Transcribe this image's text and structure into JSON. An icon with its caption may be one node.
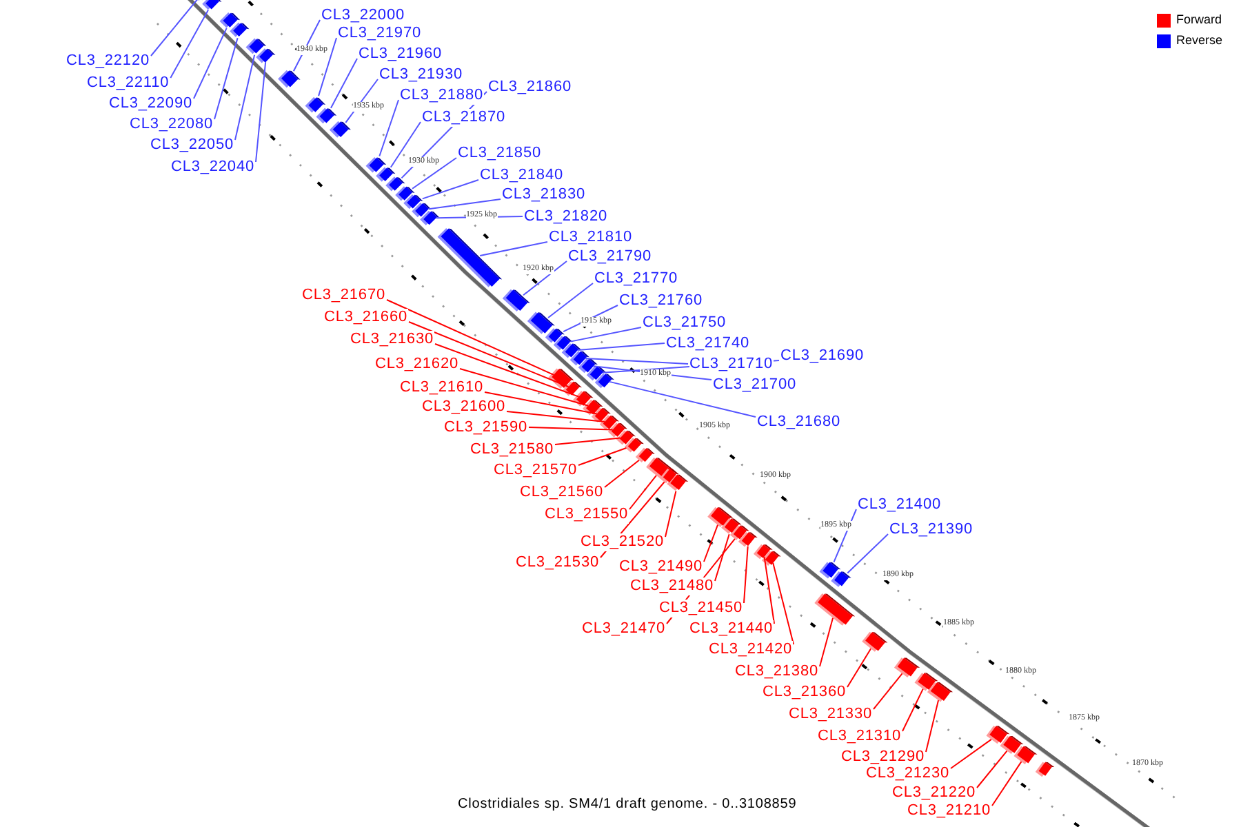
{
  "diagram": {
    "caption": "Clostridiales sp. SM4/1 draft genome. - 0..3108859",
    "nodes": [
      {
        "text": [
          "CL3_22120"
        ]
      },
      {
        "text": [
          "CL3_22110"
        ]
      },
      {
        "text": [
          "CL3_22090"
        ]
      },
      {
        "text": [
          "CL3_22080"
        ]
      },
      {
        "text": [
          "CL3_22050"
        ]
      },
      {
        "text": [
          "CL3_22040"
        ]
      },
      {
        "text": [
          "CL3_22000"
        ]
      },
      {
        "text": [
          "CL3_21970"
        ]
      },
      {
        "text": [
          "CL3_21960"
        ]
      },
      {
        "text": [
          "CL3_21930"
        ]
      },
      {
        "text": [
          "CL3_21880"
        ]
      },
      {
        "text": [
          "CL3_21860"
        ]
      },
      {
        "text": [
          "CL3_21870"
        ]
      },
      {
        "text": [
          "CL3_21850"
        ]
      },
      {
        "text": [
          "CL3_21840"
        ]
      },
      {
        "text": [
          "CL3_21830"
        ]
      },
      {
        "text": [
          "CL3_21820"
        ]
      },
      {
        "text": [
          "CL3_21810"
        ]
      },
      {
        "text": [
          "CL3_21790"
        ]
      },
      {
        "text": [
          "CL3_21770"
        ]
      },
      {
        "text": [
          "CL3_21760"
        ]
      },
      {
        "text": [
          "CL3_21750"
        ]
      },
      {
        "text": [
          "CL3_21740"
        ]
      },
      {
        "text": [
          "CL3_21710"
        ]
      },
      {
        "text": [
          "CL3_21690"
        ]
      },
      {
        "text": [
          "CL3_21700"
        ]
      },
      {
        "text": [
          "CL3_21680"
        ]
      },
      {
        "text": [
          "CL3_21400"
        ]
      },
      {
        "text": [
          "CL3_21390"
        ]
      },
      {
        "text": [
          "CL3_21670"
        ]
      },
      {
        "text": [
          "CL3_21660"
        ]
      },
      {
        "text": [
          "CL3_21630"
        ]
      },
      {
        "text": [
          "CL3_21620"
        ]
      },
      {
        "text": [
          "CL3_21610"
        ]
      },
      {
        "text": [
          "CL3_21600"
        ]
      },
      {
        "text": [
          "CL3_21590"
        ]
      },
      {
        "text": [
          "CL3_21580"
        ]
      },
      {
        "text": [
          "CL3_21570"
        ]
      },
      {
        "text": [
          "CL3_21560"
        ]
      },
      {
        "text": [
          "CL3_21550"
        ]
      },
      {
        "text": [
          "CL3_21520"
        ]
      },
      {
        "text": [
          "CL3_21530"
        ]
      },
      {
        "text": [
          "CL3_21490"
        ]
      },
      {
        "text": [
          "CL3_21480"
        ]
      },
      {
        "text": [
          "CL3_21450"
        ]
      },
      {
        "text": [
          "CL3_21470"
        ]
      },
      {
        "text": [
          "CL3_21440"
        ]
      },
      {
        "text": [
          "CL3_21420"
        ]
      },
      {
        "text": [
          "CL3_21380"
        ]
      },
      {
        "text": [
          "CL3_21360"
        ]
      },
      {
        "text": [
          "CL3_21330"
        ]
      },
      {
        "text": [
          "CL3_21310"
        ]
      },
      {
        "text": [
          "CL3_21290"
        ]
      },
      {
        "text": [
          "CL3_21230"
        ]
      },
      {
        "text": [
          "CL3_21220"
        ]
      },
      {
        "text": [
          "CL3_21210"
        ]
      },
      {
        "text": [],
        "shape": "box"
      },
      {
        "text": [],
        "shape": "box"
      },
      {
        "text": [],
        "shape": "box"
      },
      {
        "text": [],
        "shape": "box"
      },
      {
        "text": [],
        "shape": "box"
      },
      {
        "text": [],
        "shape": "box"
      },
      {
        "text": [],
        "shape": "box"
      },
      {
        "text": [],
        "shape": "box"
      },
      {
        "text": [],
        "shape": "box"
      },
      {
        "text": [],
        "shape": "box"
      },
      {
        "text": [],
        "shape": "box"
      },
      {
        "text": [],
        "shape": "box"
      },
      {
        "text": [],
        "shape": "box"
      },
      {
        "text": [],
        "shape": "box"
      },
      {
        "text": [],
        "shape": "box"
      },
      {
        "text": [],
        "shape": "box"
      },
      {
        "text": [],
        "shape": "box"
      },
      {
        "text": [],
        "shape": "box"
      },
      {
        "text": [],
        "shape": "box"
      },
      {
        "text": [],
        "shape": "box"
      },
      {
        "text": [],
        "shape": "box"
      },
      {
        "text": [],
        "shape": "box"
      },
      {
        "text": [],
        "shape": "box"
      },
      {
        "text": [],
        "shape": "box"
      },
      {
        "text": [],
        "shape": "box"
      },
      {
        "text": [],
        "shape": "box"
      },
      {
        "text": [],
        "shape": "box"
      },
      {
        "text": [],
        "shape": "box"
      },
      {
        "text": [],
        "shape": "box"
      },
      {
        "text": [],
        "shape": "box"
      },
      {
        "text": [],
        "shape": "box"
      },
      {
        "text": [],
        "shape": "box"
      },
      {
        "text": [],
        "shape": "box"
      },
      {
        "text": [],
        "shape": "box"
      },
      {
        "text": [],
        "shape": "box"
      },
      {
        "text": [],
        "shape": "box"
      },
      {
        "text": [],
        "shape": "box"
      },
      {
        "text": [],
        "shape": "box"
      },
      {
        "text": [],
        "shape": "box"
      },
      {
        "text": [],
        "shape": "box"
      },
      {
        "text": [],
        "shape": "box"
      },
      {
        "text": [],
        "shape": "box"
      },
      {
        "text": [],
        "shape": "box"
      },
      {
        "text": [],
        "shape": "box"
      },
      {
        "text": [],
        "shape": "box"
      },
      {
        "text": [],
        "shape": "box"
      },
      {
        "text": [],
        "shape": "box"
      },
      {
        "text": [],
        "shape": "box"
      },
      {
        "text": [],
        "shape": "box"
      },
      {
        "text": [],
        "shape": "box"
      },
      {
        "text": [],
        "shape": "box"
      },
      {
        "text": [],
        "shape": "box"
      },
      {
        "text": [],
        "shape": "box"
      },
      {
        "text": [],
        "shape": "box"
      },
      {
        "text": [],
        "shape": "box"
      },
      {
        "text": [],
        "shape": "box"
      },
      {
        "text": [],
        "shape": "box"
      }
    ],
    "edges": [
      {
        "from": 0,
        "to": 56,
        "arrow": "none"
      },
      {
        "from": 1,
        "to": 57,
        "arrow": "none"
      },
      {
        "from": 2,
        "to": 58,
        "arrow": "none"
      },
      {
        "from": 3,
        "to": 59,
        "arrow": "none"
      },
      {
        "from": 4,
        "to": 60,
        "arrow": "none"
      },
      {
        "from": 5,
        "to": 61,
        "arrow": "none"
      },
      {
        "from": 6,
        "to": 62,
        "arrow": "none"
      },
      {
        "from": 7,
        "to": 63,
        "arrow": "none"
      },
      {
        "from": 8,
        "to": 64,
        "arrow": "none"
      },
      {
        "from": 9,
        "to": 65,
        "arrow": "none"
      },
      {
        "from": 10,
        "to": 66,
        "arrow": "none"
      },
      {
        "from": 11,
        "to": 67,
        "arrow": "none"
      },
      {
        "from": 12,
        "to": 68,
        "arrow": "none"
      },
      {
        "from": 13,
        "to": 69,
        "arrow": "none"
      },
      {
        "from": 14,
        "to": 70,
        "arrow": "none"
      },
      {
        "from": 15,
        "to": 71,
        "arrow": "none"
      },
      {
        "from": 16,
        "to": 72,
        "arrow": "none"
      },
      {
        "from": 17,
        "to": 73,
        "arrow": "none"
      },
      {
        "from": 18,
        "to": 74,
        "arrow": "none"
      },
      {
        "from": 19,
        "to": 75,
        "arrow": "none"
      },
      {
        "from": 20,
        "to": 76,
        "arrow": "none"
      },
      {
        "from": 21,
        "to": 77,
        "arrow": "none"
      },
      {
        "from": 22,
        "to": 78,
        "arrow": "none"
      },
      {
        "from": 23,
        "to": 79,
        "arrow": "none"
      },
      {
        "from": 24,
        "to": 80,
        "arrow": "none"
      },
      {
        "from": 25,
        "to": 81,
        "arrow": "none"
      },
      {
        "from": 26,
        "to": 82,
        "arrow": "none"
      },
      {
        "from": 27,
        "to": 83,
        "arrow": "none"
      },
      {
        "from": 28,
        "to": 84,
        "arrow": "none"
      },
      {
        "from": 29,
        "to": 85,
        "arrow": "none",
        "color": "#ff0000"
      },
      {
        "from": 30,
        "to": 86,
        "arrow": "none",
        "color": "#ff0000"
      },
      {
        "from": 31,
        "to": 87,
        "arrow": "none",
        "color": "#ff0000"
      },
      {
        "from": 32,
        "to": 88,
        "arrow": "none",
        "color": "#ff0000"
      },
      {
        "from": 33,
        "to": 89,
        "arrow": "none",
        "color": "#ff0000"
      },
      {
        "from": 34,
        "to": 90,
        "arrow": "none",
        "color": "#ff0000"
      },
      {
        "from": 35,
        "to": 91,
        "arrow": "none",
        "color": "#ff0000"
      },
      {
        "from": 36,
        "to": 92,
        "arrow": "none",
        "color": "#ff0000"
      },
      {
        "from": 37,
        "to": 93,
        "arrow": "none",
        "color": "#ff0000"
      },
      {
        "from": 38,
        "to": 94,
        "arrow": "none",
        "color": "#ff0000"
      },
      {
        "from": 39,
        "to": 95,
        "arrow": "none",
        "color": "#ff0000"
      },
      {
        "from": 40,
        "to": 96,
        "arrow": "none",
        "color": "#ff0000"
      },
      {
        "from": 41,
        "to": 97,
        "arrow": "none",
        "color": "#ff0000"
      },
      {
        "from": 42,
        "to": 98,
        "arrow": "none",
        "color": "#ff0000"
      },
      {
        "from": 43,
        "to": 99,
        "arrow": "none",
        "color": "#ff0000"
      },
      {
        "from": 44,
        "to": 100,
        "arrow": "none",
        "color": "#ff0000"
      },
      {
        "from": 45,
        "to": 101,
        "arrow": "none",
        "color": "#ff0000"
      },
      {
        "from": 46,
        "to": 102,
        "arrow": "none",
        "color": "#ff0000"
      },
      {
        "from": 47,
        "to": 103,
        "arrow": "none",
        "color": "#ff0000"
      },
      {
        "from": 48,
        "to": 104,
        "arrow": "none",
        "color": "#ff0000"
      },
      {
        "from": 49,
        "to": 105,
        "arrow": "none",
        "color": "#ff0000"
      },
      {
        "from": 50,
        "to": 106,
        "arrow": "none",
        "color": "#ff0000"
      },
      {
        "from": 51,
        "to": 107,
        "arrow": "none",
        "color": "#ff0000"
      },
      {
        "from": 52,
        "to": 108,
        "arrow": "none",
        "color": "#ff0000"
      },
      {
        "from": 53,
        "to": 109,
        "arrow": "none",
        "color": "#ff0000"
      },
      {
        "from": 54,
        "to": 110,
        "arrow": "none",
        "color": "#ff0000"
      },
      {
        "from": 55,
        "to": 111,
        "arrow": "none",
        "color": "#ff0000"
      }
    ],
    "labels": [
      "1940 kbp",
      "1935 kbp",
      "1930 kbp",
      "1925 kbp",
      "1920 kbp",
      "1915 kbp",
      "1910 kbp",
      "1905 kbp",
      "1900 kbp",
      "1895 kbp",
      "1890 kbp",
      "1885 kbp",
      "1880 kbp",
      "1875 kbp",
      "1870 kbp"
    ],
    "legend": [
      {
        "text": "Forward",
        "color": "#ff0000"
      },
      {
        "text": "Reverse",
        "color": "#0000ff"
      }
    ]
  }
}
